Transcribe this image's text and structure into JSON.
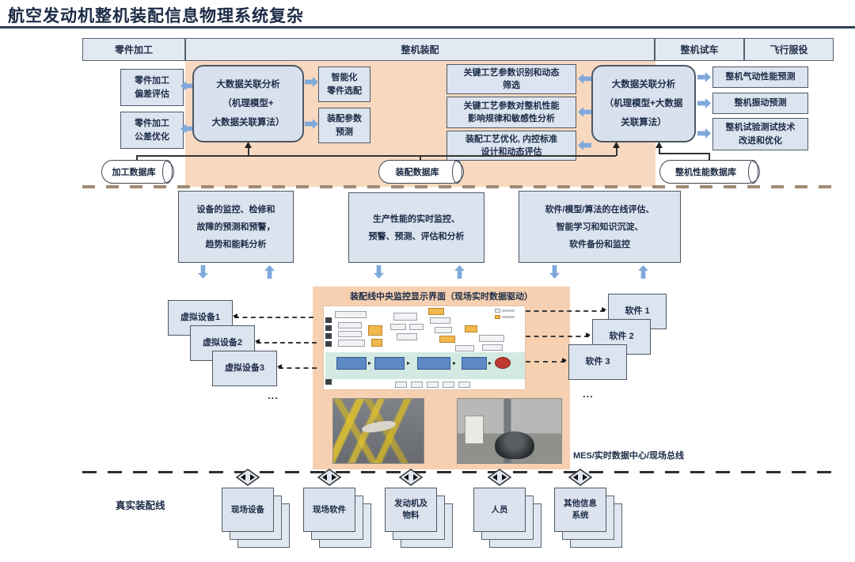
{
  "title": "航空发动机整机装配信息物理系统复杂",
  "phases": [
    "零件加工",
    "整机装配",
    "整机试车",
    "飞行服役"
  ],
  "parts_section": {
    "outputs": [
      "零件加工\n偏差评估",
      "零件加工\n公差优化"
    ],
    "analysis": "大数据关联分析\n（机理模型+\n大数据关联算法）",
    "predictions": [
      "智能化\n零件选配",
      "装配参数\n预测"
    ]
  },
  "assembly_section": {
    "outputs": [
      "关键工艺参数识别和动态\n筛选",
      "关键工艺参数对整机性能\n影响规律和敏感性分析",
      "装配工艺优化, 内控标准\n设计和动态评估"
    ],
    "analysis": "大数据关联分析\n（机理模型+大数据\n关联算法）"
  },
  "test_section": {
    "predictions": [
      "整机气动性能预测",
      "整机振动预测",
      "整机试验测试技术\n改进和优化"
    ]
  },
  "databases": [
    "加工数据库",
    "装配数据库",
    "整机性能数据库"
  ],
  "services_row": [
    "设备的监控、检修和\n故障的预测和预警，\n趋势和能耗分析",
    "生产性能的实时监控、\n预警、预测、评估和分析",
    "软件/模型/算法的在线评估、\n智能学习和知识沉淀、\n软件备份和监控"
  ],
  "central_display_title": "装配线中央监控显示界面（现场实时数据驱动）",
  "virtual_devices": [
    "虚拟设备1",
    "虚拟设备2",
    "虚拟设备3"
  ],
  "software_items": [
    "软件 1",
    "软件 2",
    "软件 3"
  ],
  "ellipsis": "...",
  "mes_bus_label": "MES/实时数据中心/现场总线",
  "real_assembly_line_label": "真实装配线",
  "real_assembly_items": [
    "现场设备",
    "现场软件",
    "发动机及\n物料",
    "人员",
    "其他信息\n系统"
  ],
  "colors": {
    "panel_orange": "#f8d9c0",
    "display_orange": "#f6d0b0",
    "box_blue": "#dce4ef",
    "arrow_blue": "#7fa8dc",
    "flow_orange": "#f3b84c",
    "flow_blue": "#5d89c6",
    "flow_red": "#bf3a32"
  }
}
